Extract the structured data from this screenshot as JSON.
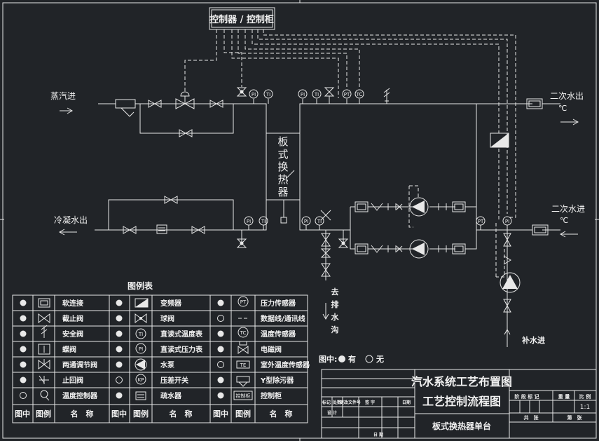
{
  "controller": "控制器 / 控制柜",
  "labels": {
    "steam_in": "蒸汽进",
    "condensate_out": "冷凝水出",
    "secondary_out": "二次水出",
    "secondary_out_unit": "℃",
    "secondary_in": "二次水进",
    "secondary_in_unit": "℃",
    "hx_text": [
      "板",
      "式",
      "换",
      "热",
      "器"
    ],
    "drain_text": [
      "去",
      "排",
      "水",
      "沟"
    ],
    "makeup_water": "补水进"
  },
  "instruments": {
    "PI": "PI",
    "TI": "TI",
    "PT": "PT",
    "TC": "TC",
    "TE": "TE"
  },
  "legend_note": {
    "prefix": "图中:",
    "yes": "有",
    "no": "无"
  },
  "legend": {
    "title": "图例表",
    "headers": [
      "图中",
      "图例",
      "名　称"
    ],
    "col1": [
      {
        "mark": "filled",
        "name": "软连接"
      },
      {
        "mark": "filled",
        "name": "截止阀"
      },
      {
        "mark": "filled",
        "name": "安全阀"
      },
      {
        "mark": "filled",
        "name": "蝶阀"
      },
      {
        "mark": "filled",
        "name": "两通调节阀"
      },
      {
        "mark": "filled",
        "name": "止回阀"
      },
      {
        "mark": "open",
        "name": "温度控制器"
      }
    ],
    "col2": [
      {
        "mark": "filled",
        "name": "变频器"
      },
      {
        "mark": "filled",
        "name": "球阀"
      },
      {
        "mark": "filled",
        "name": "直读式温度表"
      },
      {
        "mark": "filled",
        "name": "直读式压力表"
      },
      {
        "mark": "filled",
        "name": "水泵"
      },
      {
        "mark": "open",
        "name": "压差开关"
      },
      {
        "mark": "filled",
        "name": "疏水器"
      }
    ],
    "col3": [
      {
        "mark": "filled",
        "name": "压力传感器"
      },
      {
        "mark": "open",
        "name": "数据线/通讯线"
      },
      {
        "mark": "filled",
        "name": "温度传感器"
      },
      {
        "mark": "filled",
        "name": "电磁阀"
      },
      {
        "mark": "open",
        "name": "室外温度传感器"
      },
      {
        "mark": "filled",
        "name": "Y型除污器"
      },
      {
        "mark": "filled",
        "name": "控制柜"
      }
    ],
    "symbol_text": {
      "TE": "TE",
      "cab": "控制柜",
      "PI": "PI",
      "TI": "TI",
      "PT": "PT",
      "TC": "TC",
      "KP": "KP"
    }
  },
  "title_block": {
    "title_line1": "汽水系统工艺布置图",
    "title_line2": "工艺控制流程图",
    "subtitle": "板式换热器单台",
    "scale_label": "比 例",
    "scale": "1:1",
    "stage": "阶 段 标 记",
    "weight": "重 量",
    "sheet": "共　张",
    "sheet2": "第　张",
    "rev_row": [
      "标记",
      "处数",
      "更改文件号",
      "签 字",
      "日期"
    ],
    "design": "设 计",
    "date": "日 期"
  }
}
